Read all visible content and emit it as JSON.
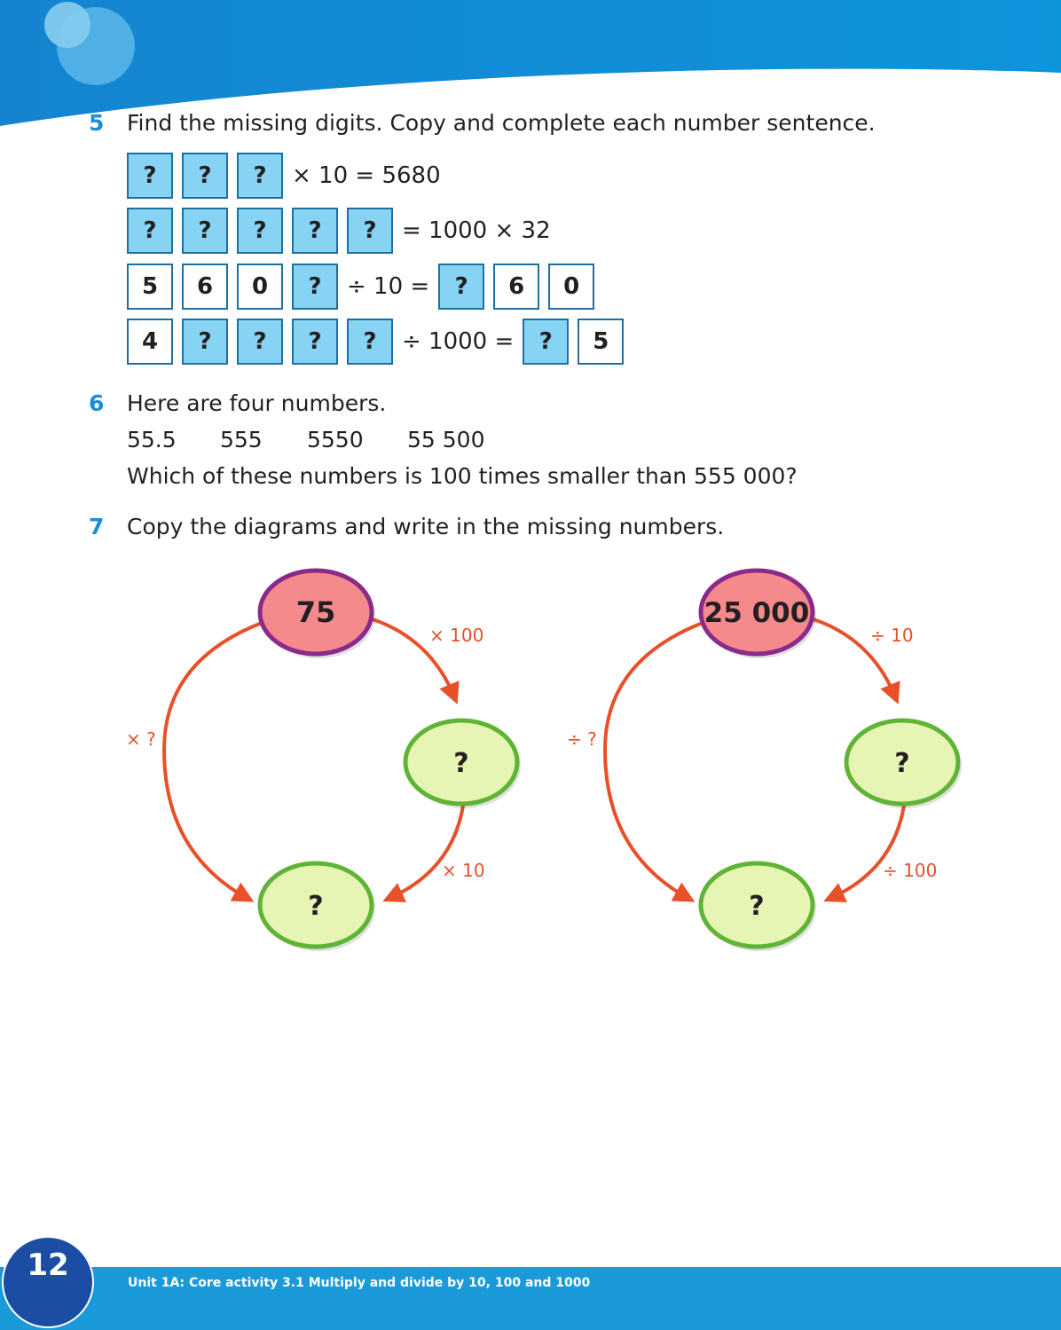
{
  "q5": {
    "number": "5",
    "text": "Find the missing digits. Copy and complete each number sentence.",
    "rows": [
      {
        "cells": [
          {
            "v": "?",
            "blank": true
          },
          {
            "v": "?",
            "blank": true
          },
          {
            "v": "?",
            "blank": true
          }
        ],
        "mid": "× 10 = 5680",
        "after": []
      },
      {
        "cells": [
          {
            "v": "?",
            "blank": true
          },
          {
            "v": "?",
            "blank": true
          },
          {
            "v": "?",
            "blank": true
          },
          {
            "v": "?",
            "blank": true
          },
          {
            "v": "?",
            "blank": true
          }
        ],
        "mid": "= 1000 × 32",
        "after": []
      },
      {
        "cells": [
          {
            "v": "5",
            "blank": false
          },
          {
            "v": "6",
            "blank": false
          },
          {
            "v": "0",
            "blank": false
          },
          {
            "v": "?",
            "blank": true
          }
        ],
        "mid": "÷ 10 =",
        "after": [
          {
            "v": "?",
            "blank": true
          },
          {
            "v": "6",
            "blank": false
          },
          {
            "v": "0",
            "blank": false
          }
        ]
      },
      {
        "cells": [
          {
            "v": "4",
            "blank": false
          },
          {
            "v": "?",
            "blank": true
          },
          {
            "v": "?",
            "blank": true
          },
          {
            "v": "?",
            "blank": true
          },
          {
            "v": "?",
            "blank": true
          }
        ],
        "mid": "÷ 1000 =",
        "after": [
          {
            "v": "?",
            "blank": true
          },
          {
            "v": "5",
            "blank": false
          }
        ]
      }
    ]
  },
  "q6": {
    "number": "6",
    "text": "Here are four numbers.",
    "numbers": [
      "55.5",
      "555",
      "5550",
      "55 500"
    ],
    "question": "Which of these numbers is 100 times smaller than 555 000?"
  },
  "q7": {
    "number": "7",
    "text": "Copy the diagrams and write in the missing numbers.",
    "diagrams": [
      {
        "start": "75",
        "right": "?",
        "bottom": "?",
        "op_top": "× 100",
        "op_right": "× 10",
        "op_left": "× ?"
      },
      {
        "start": "25 000",
        "right": "?",
        "bottom": "?",
        "op_top": "÷ 10",
        "op_right": "÷ 100",
        "op_left": "÷ ?"
      }
    ]
  },
  "footer": {
    "page_number": "12",
    "unit_text": "Unit 1A: Core activity 3.1 Multiply and divide by 10, 100 and 1000"
  },
  "colors": {
    "accent_blue": "#1a8fd6",
    "box_blue": "#86d3f4",
    "start_fill": "#f58a8c",
    "start_border": "#8a2a8a",
    "node_fill": "#e6f5b4",
    "node_border": "#5fb436",
    "arrow": "#e8502a"
  }
}
